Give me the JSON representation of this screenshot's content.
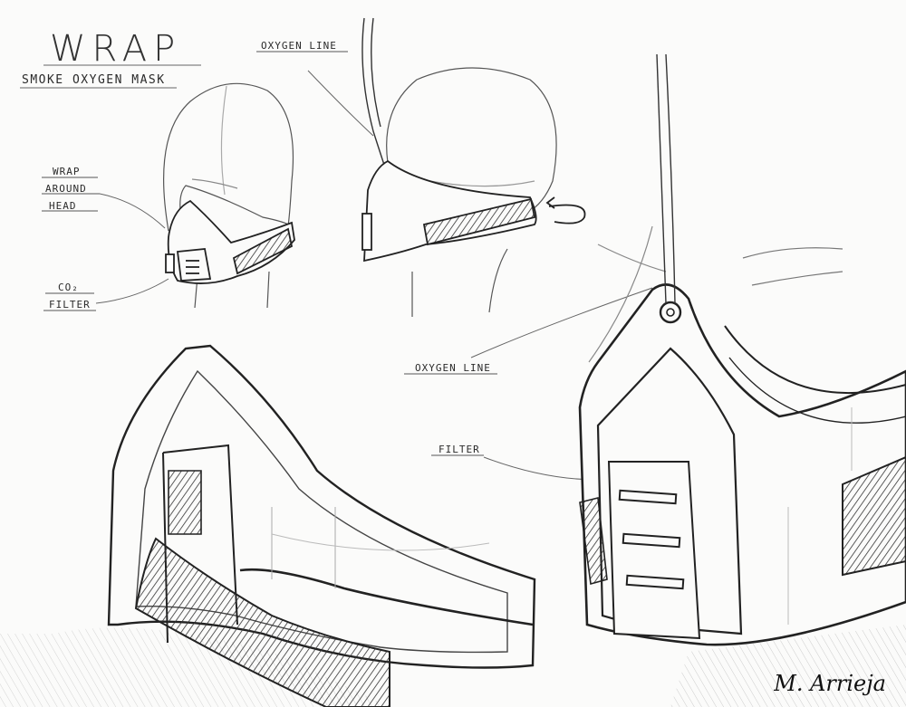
{
  "title": "WRAP",
  "subtitle": "SMOKE OXYGEN MASK",
  "labels": {
    "wrap": "WRAP",
    "around": "AROUND",
    "head": "HEAD",
    "co2": "CO₂",
    "filter_small": "FILTER",
    "oxygen_line_top": "OXYGEN LINE",
    "oxygen_line_mid": "OXYGEN LINE",
    "filter_mid": "FILTER"
  },
  "signature": "M. Arrieja",
  "colors": {
    "ink": "#222222",
    "paper": "#fbfbfa",
    "pencil": "#8a8a8a"
  }
}
